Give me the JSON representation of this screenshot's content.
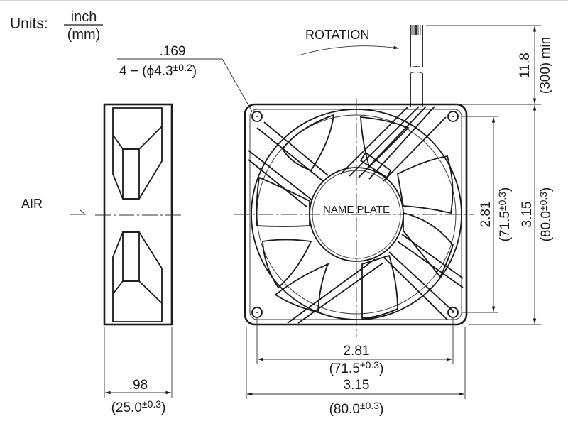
{
  "units": {
    "label": "Units:",
    "numerator": "inch",
    "denominator": "(mm)"
  },
  "hole_callout": {
    "inch": ".169",
    "prefix": "4 − (ϕ4.3",
    "tolerance": "±0.2",
    "suffix": ")"
  },
  "rotation_label": "ROTATION",
  "air_label": "AIR",
  "nameplate_label": "NAME PLATE",
  "lead_length": {
    "inch": "11.8",
    "mm": "(300) min"
  },
  "mount_pitch_vertical": {
    "inch": "2.81",
    "mm": "(71.5",
    "tolerance": "±0.3",
    "close": ")"
  },
  "frame_height": {
    "inch": "3.15",
    "mm": "(80.0",
    "tolerance": "±0.3",
    "close": ")"
  },
  "mount_pitch_horizontal": {
    "inch": "2.81",
    "mm": "(71.5",
    "tolerance": "±0.3",
    "close": ")"
  },
  "frame_width": {
    "inch": "3.15",
    "mm": "(80.0",
    "tolerance": "±0.3",
    "close": ")"
  },
  "depth": {
    "inch": ".98",
    "mm": "(25.0",
    "tolerance": "±0.3",
    "close": ")"
  }
}
